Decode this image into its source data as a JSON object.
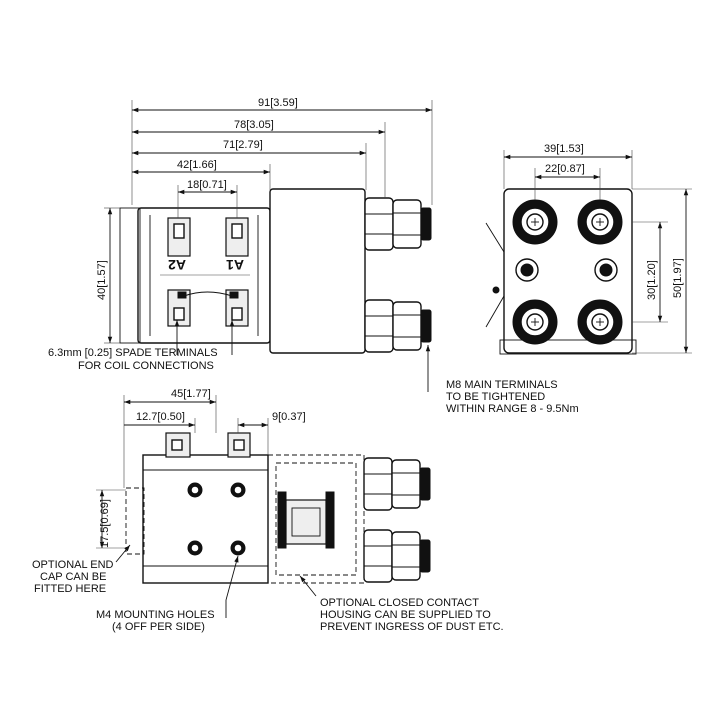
{
  "dimensions": {
    "top_width_91": "91[3.59]",
    "top_width_78": "78[3.05]",
    "top_width_71": "71[2.79]",
    "top_width_42": "42[1.66]",
    "top_width_18": "18[0.71]",
    "top_height_40": "40[1.57]",
    "end_width_39": "39[1.53]",
    "end_width_22": "22[0.87]",
    "end_height_30": "30[1.20]",
    "end_height_50": "50[1.97]",
    "side_width_45": "45[1.77]",
    "side_width_12_7": "12.7[0.50]",
    "side_width_9": "9[0.37]",
    "side_height_17_5": "17.5[0.69]"
  },
  "terminal_marks": {
    "a2": "A2",
    "a1": "A1"
  },
  "notes": {
    "spade_line1": "6.3mm [0.25] SPADE TERMINALS",
    "spade_line2": "FOR  COIL CONNECTIONS",
    "m8_line1": "M8 MAIN TERMINALS",
    "m8_line2": "TO BE TIGHTENED",
    "m8_line3": "WITHIN RANGE 8 - 9.5Nm",
    "endcap_line1": "OPTIONAL END",
    "endcap_line2": "CAP CAN BE",
    "endcap_line3": "FITTED HERE",
    "m4_line1": "M4 MOUNTING HOLES",
    "m4_line2": "(4 OFF PER SIDE)",
    "housing_line1": "OPTIONAL CLOSED CONTACT",
    "housing_line2": "HOUSING CAN BE SUPPLIED TO",
    "housing_line3": "PREVENT INGRESS OF DUST ETC."
  }
}
